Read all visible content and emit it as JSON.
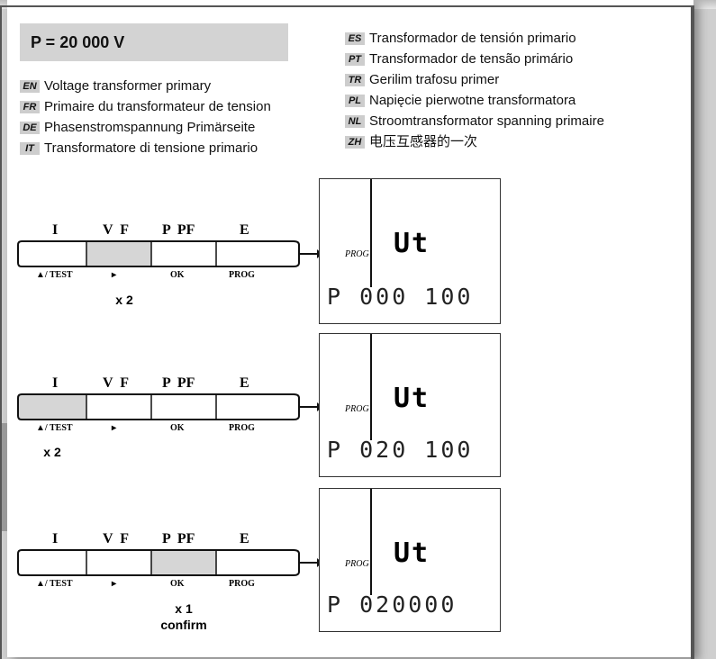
{
  "title": "P = 20 000 V",
  "languages_left": [
    {
      "code": "EN",
      "text": "Voltage transformer primary"
    },
    {
      "code": "FR",
      "text": "Primaire du transformateur de tension"
    },
    {
      "code": "DE",
      "text": "Phasenstromspannung Primärseite"
    },
    {
      "code": "IT",
      "text": "Transformatore di tensione primario"
    }
  ],
  "languages_right": [
    {
      "code": "ES",
      "text": "Transformador de tensión primario"
    },
    {
      "code": "PT",
      "text": "Transformador de tensão primário"
    },
    {
      "code": "TR",
      "text": "Gerilim trafosu primer"
    },
    {
      "code": "PL",
      "text": "Napięcie pierwotne transformatora"
    },
    {
      "code": "NL",
      "text": "Stroomtransformator spanning primaire"
    },
    {
      "code": "ZH",
      "text": "电压互感器的一次"
    }
  ],
  "keypad": {
    "keys": [
      "I",
      "V  F",
      "P  PF",
      "E"
    ],
    "subkeys": [
      "▲/ TEST",
      "▸",
      "OK",
      "PROG"
    ]
  },
  "steps": [
    {
      "pressed_key": "V  F",
      "count": "x 2",
      "confirm": "",
      "lcd_prog": "PROG",
      "lcd_param": "Ut",
      "lcd_value": "P 000 100"
    },
    {
      "pressed_key": "I",
      "count": "x 2",
      "confirm": "",
      "lcd_prog": "PROG",
      "lcd_param": "Ut",
      "lcd_value": "P 020 100"
    },
    {
      "pressed_key": "P  PF",
      "count": "x 1",
      "confirm": "confirm",
      "lcd_prog": "PROG",
      "lcd_param": "Ut",
      "lcd_value": "P 020000"
    }
  ],
  "colors": {
    "pressed": "#d6d6d6",
    "frame": "#555555",
    "code_bg": "#cdcdcd"
  }
}
